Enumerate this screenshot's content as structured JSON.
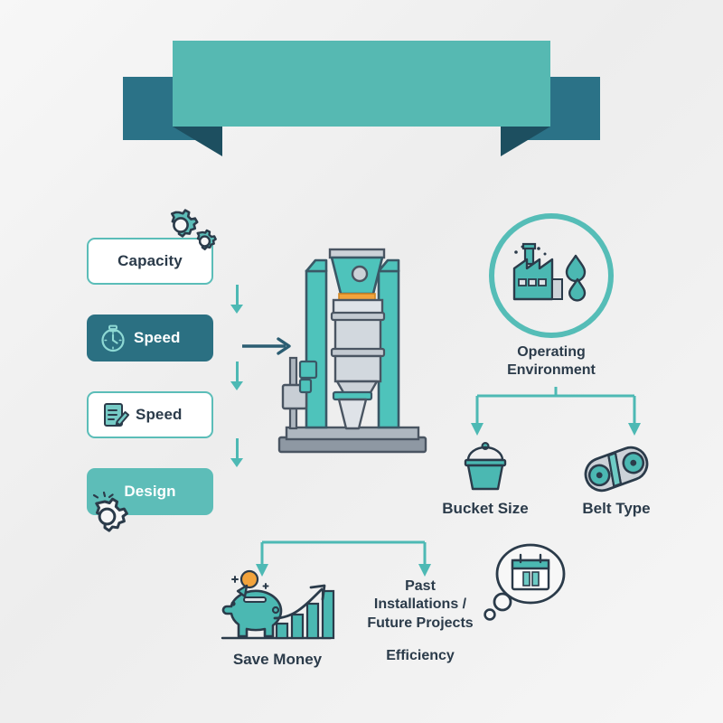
{
  "theme": {
    "teal_light": "#5dbdb8",
    "teal_mid": "#4db9b4",
    "teal_dark": "#2b7082",
    "ribbon_front": "#56b9b2",
    "ribbon_tail": "#2b7287",
    "ribbon_fold": "#1d4f60",
    "navy": "#2b3b4a",
    "orange": "#f2a33c",
    "gray_metal": "#c6ccd2",
    "background": "#f2f2f2"
  },
  "banner": {
    "title": "",
    "shape": "ribbon-banner"
  },
  "flow": {
    "steps": [
      {
        "label": "Capacity",
        "style": "white",
        "icon": "gears-icon",
        "icon_position": "outside-top-right"
      },
      {
        "label": "Speed",
        "style": "dark",
        "icon": "stopwatch-icon",
        "icon_position": "inside-left"
      },
      {
        "label": "Speed",
        "style": "white",
        "icon": "notepad-pencil-icon",
        "icon_position": "inside-left"
      },
      {
        "label": "Design",
        "style": "light",
        "icon": "gear-icon",
        "icon_position": "outside-bottom-left"
      }
    ]
  },
  "transition": {
    "arrow": "right-arrow-icon"
  },
  "machine": {
    "name": "bucket-elevator-machine",
    "accent": "#f2a33c"
  },
  "environment": {
    "label": "Operating\nEnvironment",
    "label_line1": "Operating",
    "label_line2": "Environment",
    "icon": "factory-water-drops-icon"
  },
  "environment_branches": [
    {
      "label": "Bucket Size",
      "icon": "bucket-icon"
    },
    {
      "label": "Belt Type",
      "icon": "belt-pulley-icon"
    }
  ],
  "outcomes": {
    "left": {
      "label": "Save Money",
      "icon": "piggy-bank-growth-chart-icon"
    },
    "right": {
      "title_line1": "Past",
      "title_line2": "Installations /",
      "title_line3": "Future Projects",
      "sublabel": "Efficiency",
      "icon": "thought-bubble-calendar-icon"
    }
  }
}
